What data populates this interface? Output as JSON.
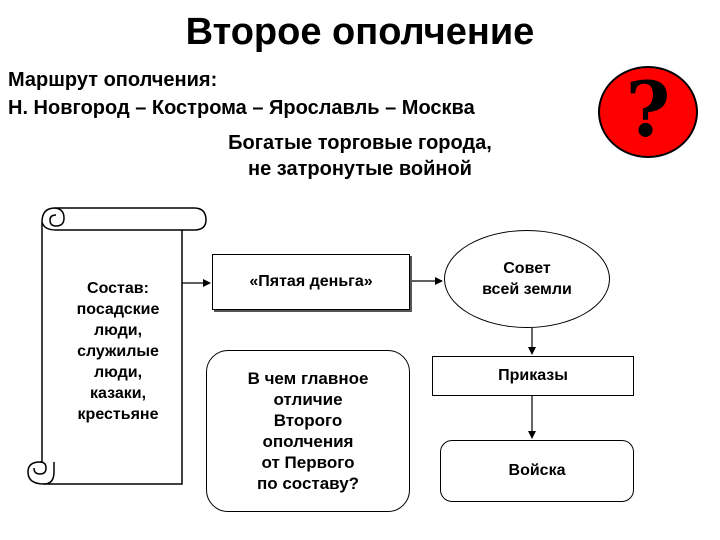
{
  "title": "Второе ополчение",
  "route": {
    "line1": "Маршрут ополчения:",
    "line2": "Н. Новгород – Кострома – Ярославль – Москва"
  },
  "rich_cities": {
    "line1": "Богатые торговые города,",
    "line2": "не затронутые войной"
  },
  "question_mark": "?",
  "composition": {
    "lines": [
      "Состав:",
      "посадские",
      "люди,",
      "служилые",
      "люди,",
      "казаки,",
      "крестьяне"
    ]
  },
  "tax_box": "«Пятая деньга»",
  "council": {
    "line1": "Совет",
    "line2": "всей земли"
  },
  "prikazy": "Приказы",
  "troops": "Войска",
  "question_box": {
    "lines": [
      "В чем главное",
      "отличие",
      "Второго",
      "ополчения",
      "от Первого",
      "по составу?"
    ]
  },
  "colors": {
    "question_circle": "#ff0000"
  }
}
